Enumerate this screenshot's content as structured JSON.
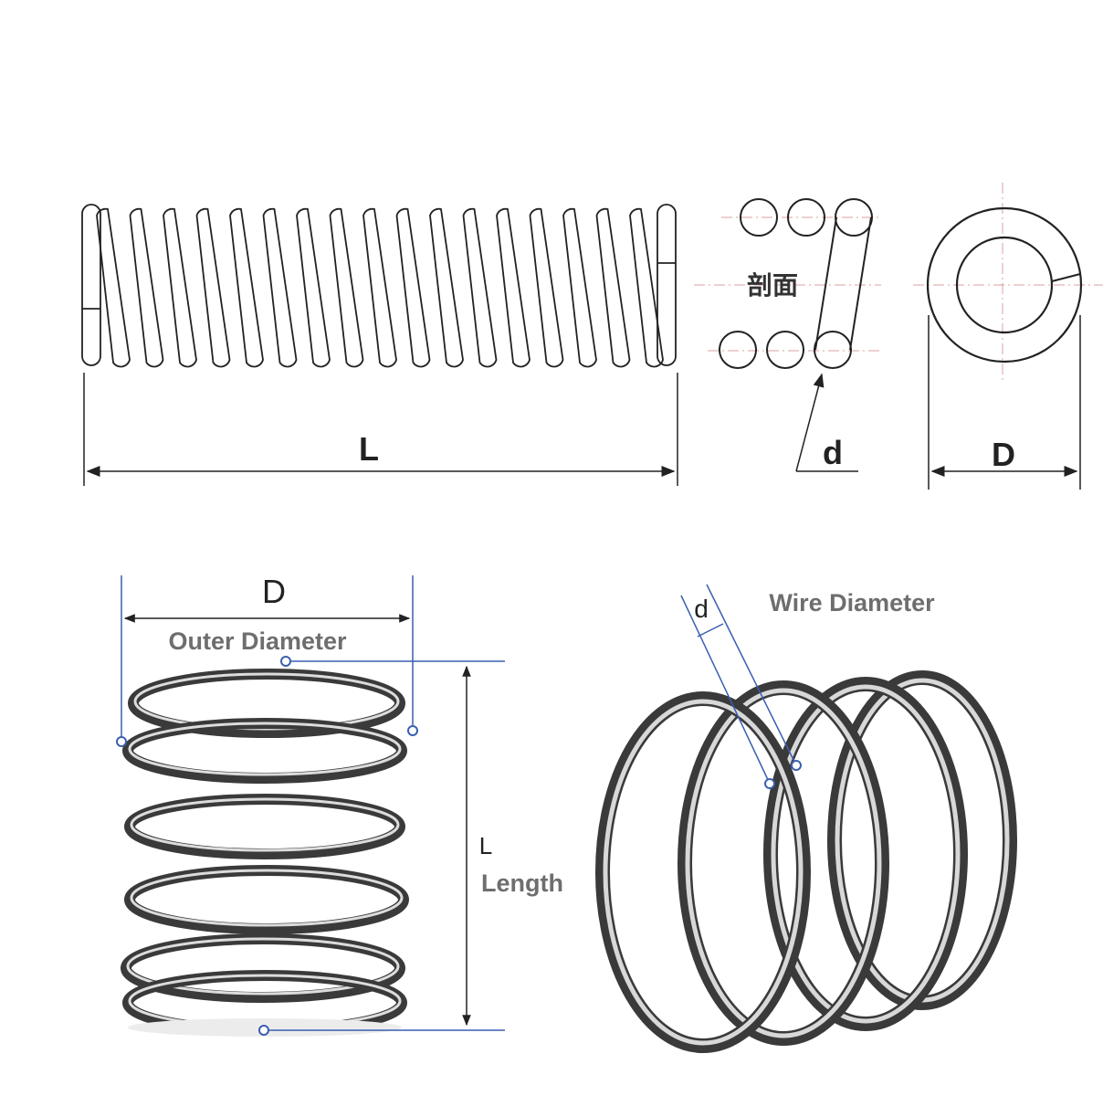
{
  "top_diagram": {
    "length_symbol": "L",
    "section_label": "剖面",
    "wire_symbol": "d",
    "diameter_symbol": "D"
  },
  "photo_left": {
    "diameter_symbol": "D",
    "diameter_caption": "Outer Diameter",
    "length_symbol": "L",
    "length_caption": "Length"
  },
  "photo_right": {
    "wire_symbol": "d",
    "wire_caption": "Wire Diameter"
  },
  "colors": {
    "line": "#222222",
    "dimension_blue": "#3a5fb0",
    "caption_gray": "#6e6e6e",
    "centerline_red": "#d9a0a0",
    "steel_dark": "#3a3a3a",
    "steel_light": "#d8d8d8"
  }
}
